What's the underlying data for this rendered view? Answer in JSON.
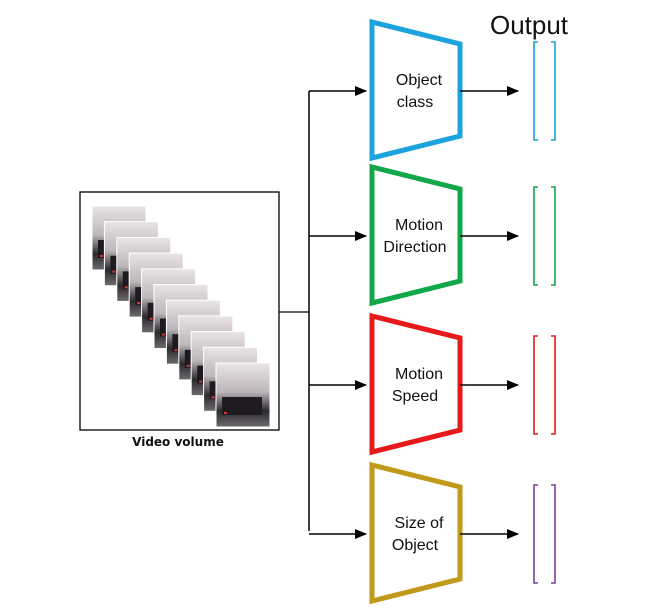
{
  "output_heading": "Output",
  "input": {
    "caption": "Video volume",
    "frame_count": 11
  },
  "branches": [
    {
      "line1": "Object",
      "line2": "class",
      "color": "#1ba3dd"
    },
    {
      "line1": "Motion",
      "line2": "Direction",
      "color": "#12a84a"
    },
    {
      "line1": "Motion",
      "line2": "Speed",
      "color": "#e51b1b"
    },
    {
      "line1": "Size of",
      "line2": "Object",
      "color": "#c19a1b"
    }
  ],
  "output_bracket_colors": [
    "#1ba3dd",
    "#12a84a",
    "#e51b1b",
    "#7b3fa0"
  ],
  "arrow_color": "#000000"
}
